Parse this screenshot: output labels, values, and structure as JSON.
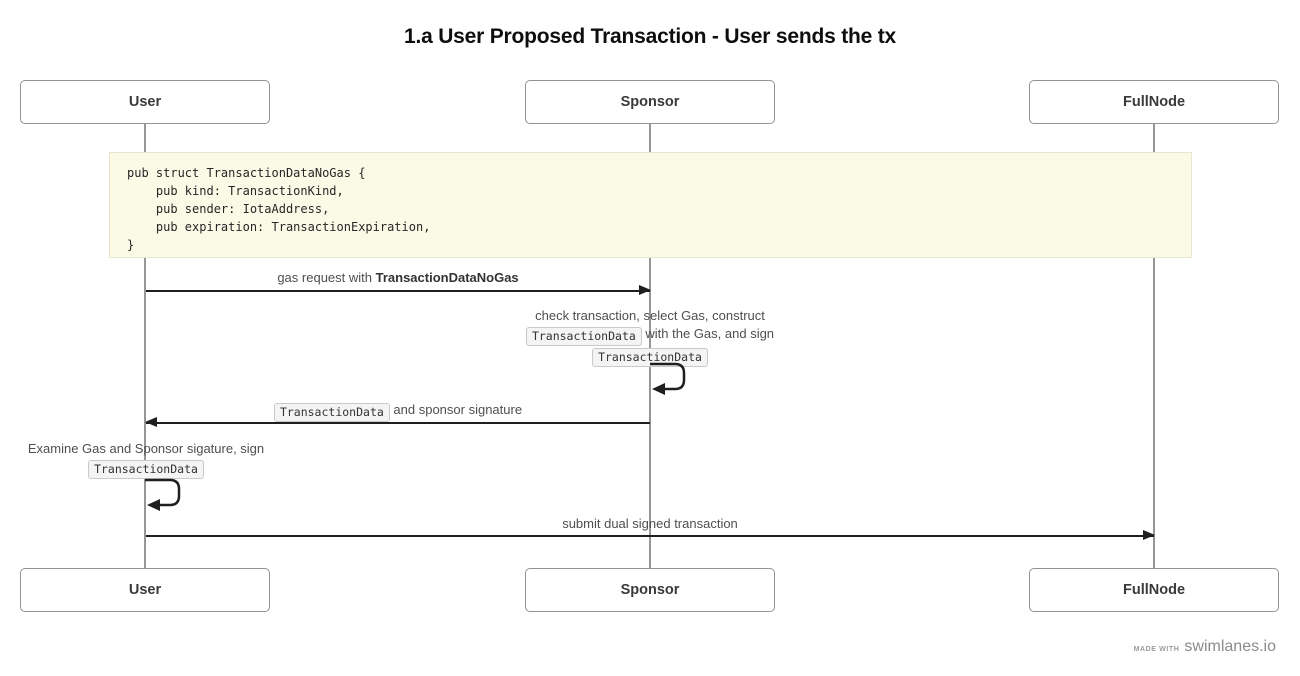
{
  "title": "1.a User Proposed Transaction - User sends the tx",
  "actors": [
    {
      "label": "User"
    },
    {
      "label": "Sponsor"
    },
    {
      "label": "FullNode"
    }
  ],
  "note": {
    "code": "pub struct TransactionDataNoGas {\n    pub kind: TransactionKind,\n    pub sender: IotaAddress,\n    pub expiration: TransactionExpiration,\n}"
  },
  "messages": {
    "gas_request": {
      "prefix": "gas request with ",
      "bold": "TransactionDataNoGas"
    },
    "sponsor_action": {
      "line1": "check transaction, select Gas, construct",
      "chip1": "TransactionData",
      "line2_rest": " with the Gas, and sign",
      "chip2": "TransactionData"
    },
    "sponsor_reply": {
      "chip": "TransactionData",
      "rest": " and sponsor signature"
    },
    "user_action": {
      "line1": "Examine Gas and Sponsor sigature, sign",
      "chip": "TransactionData"
    },
    "submit": {
      "label": "submit dual signed transaction"
    }
  },
  "footer": {
    "made_with": "MADE WITH",
    "brand": "swimlanes.io"
  },
  "colors": {
    "note_background": "#fbfae7",
    "note_border": "#e8e6cd",
    "chip_background": "#f4f4f4",
    "chip_border": "#c9c9c9",
    "arrow": "#1f1f1f",
    "lifeline": "#979797",
    "actor_border": "#939393",
    "label_text": "#4f4f4f"
  }
}
